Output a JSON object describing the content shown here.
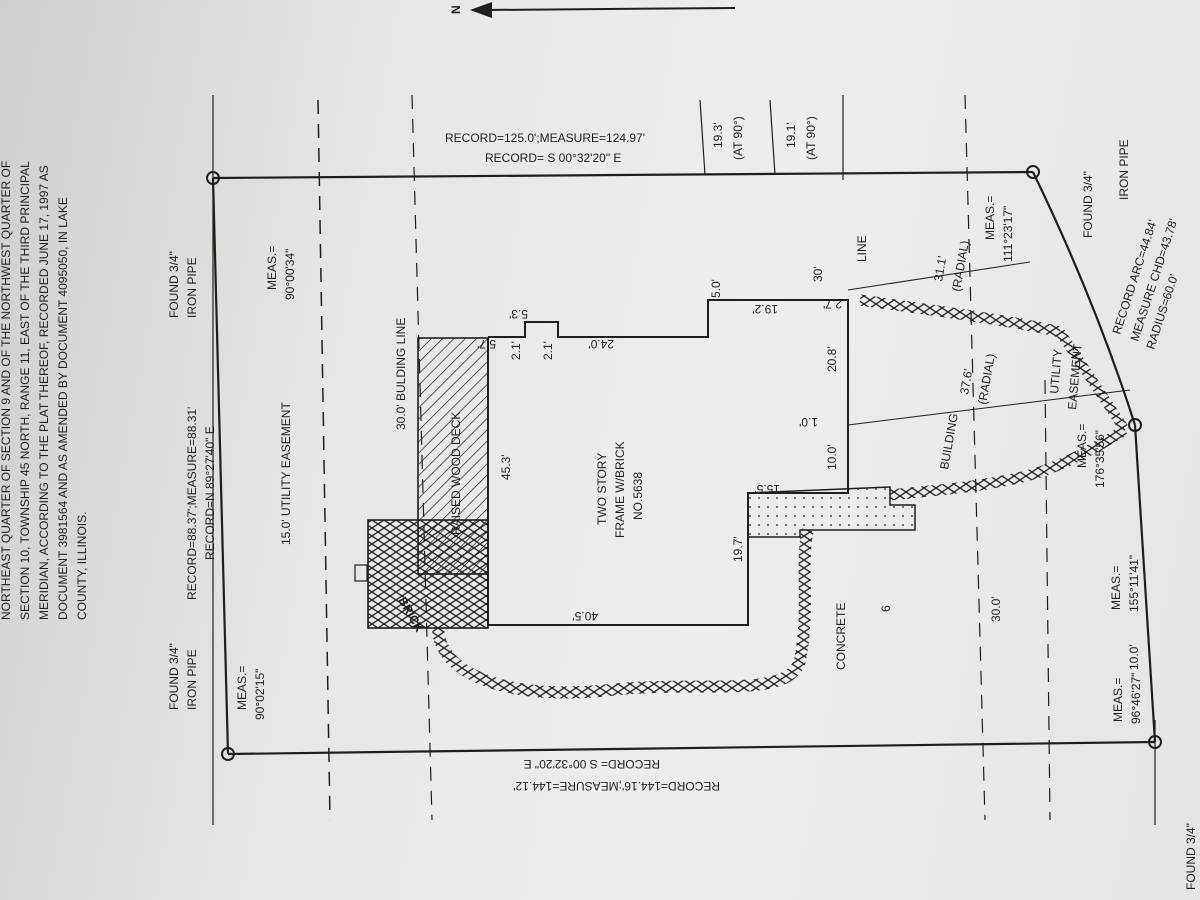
{
  "legal_description": [
    "NORTHEAST QUARTER OF SECTION 9 AND OF THE NORTHWEST QUARTER OF",
    "SECTION 10, TOWNSHIP 45 NORTH, RANGE 11, EAST OF THE THIRD PRINCIPAL",
    "MERIDIAN, ACCORDING TO THE PLAT THEREOF, RECORDED JUNE 17, 1997 AS",
    "DOCUMENT 3981564 AND AS AMENDED BY DOCUMENT 4095050, IN LAKE",
    "COUNTY, ILLINOIS."
  ],
  "north_arrow": "N",
  "north_line": {
    "record": "RECORD=125.0';MEASURE=124.97'",
    "bearing": "RECORD= S 00°32'20\" E",
    "offset_1": "19.3'",
    "offset_1_note": "(AT 90°)",
    "offset_2": "19.1'",
    "offset_2_note": "(AT 90°)"
  },
  "south_line": {
    "record": "RECORD=144.16';MEASURE=144.12'",
    "bearing": "RECORD= S 00°32'20\" E"
  },
  "east_line": {
    "record": "RECORD=88.37';MEASURE=88.31'",
    "bearing": "RECORD=N 89°27'40\" E"
  },
  "corners": {
    "ne_pipe": [
      "FOUND 3/4\"",
      "IRON PIPE"
    ],
    "ne_meas": [
      "MEAS.=",
      "90°00'34\""
    ],
    "se_pipe": [
      "FOUND 3/4\"",
      "IRON PIPE"
    ],
    "se_meas": [
      "MEAS.=",
      "90°02'15\""
    ],
    "nw_pipe": [
      "FOUND 3/4\"",
      "IRON PIPE"
    ],
    "nw_meas": [
      "MEAS.=",
      "111°23'17\""
    ],
    "sw_meas": [
      "MEAS.=",
      "96°46'27\""
    ],
    "sw_meas2": [
      "MEAS.=",
      "155°11'41\""
    ],
    "arc_meas": [
      "MEAS.=",
      "176°35'56\""
    ],
    "sw_found": "FOUND 3/4\""
  },
  "easements": {
    "utility_easement": "15.0' UTILITY EASEMENT",
    "building_line": "30.0' BULDING LINE",
    "building_line_west": "BUILDING",
    "line_word": "LINE",
    "utility_west": "UTILITY",
    "easement_west": "EASEMENT"
  },
  "curve": {
    "record_arc": "RECORD ARC=44.84'",
    "measure_chd": "MEASURE CHD=43.78'",
    "radius": "RADIUS=60.0'"
  },
  "house": {
    "title": "TWO STORY",
    "subtitle": "FRAME W/BRICK",
    "number": "NO.5638",
    "deck": "RAISED WOOD DECK",
    "brick": "BRICK",
    "concrete": "CONCRETE",
    "lot": "6"
  },
  "dimensions": {
    "d45_3": "45.3'",
    "d40_5": "40.5'",
    "d19_7": "19.7'",
    "d15_5": "15.5'",
    "d10_0": "10.0'",
    "d1_0": "1.0'",
    "d20_8": "20.8'",
    "d24_0": "24.0'",
    "d5_3": "5.3'",
    "d2_1a": "2.1'",
    "d2_1b": "2.1'",
    "d5_7": "5.7'",
    "d5_0": "5.0'",
    "d19_2": "19.2'",
    "d30": "30'",
    "d2_7": "2.7'",
    "d30_0": "30.0'",
    "d10_0b": "10.0'",
    "radial_1": "31.1'",
    "radial_1_note": "(RADIAL)",
    "radial_2": "37.6'",
    "radial_2_note": "(RADIAL)"
  }
}
